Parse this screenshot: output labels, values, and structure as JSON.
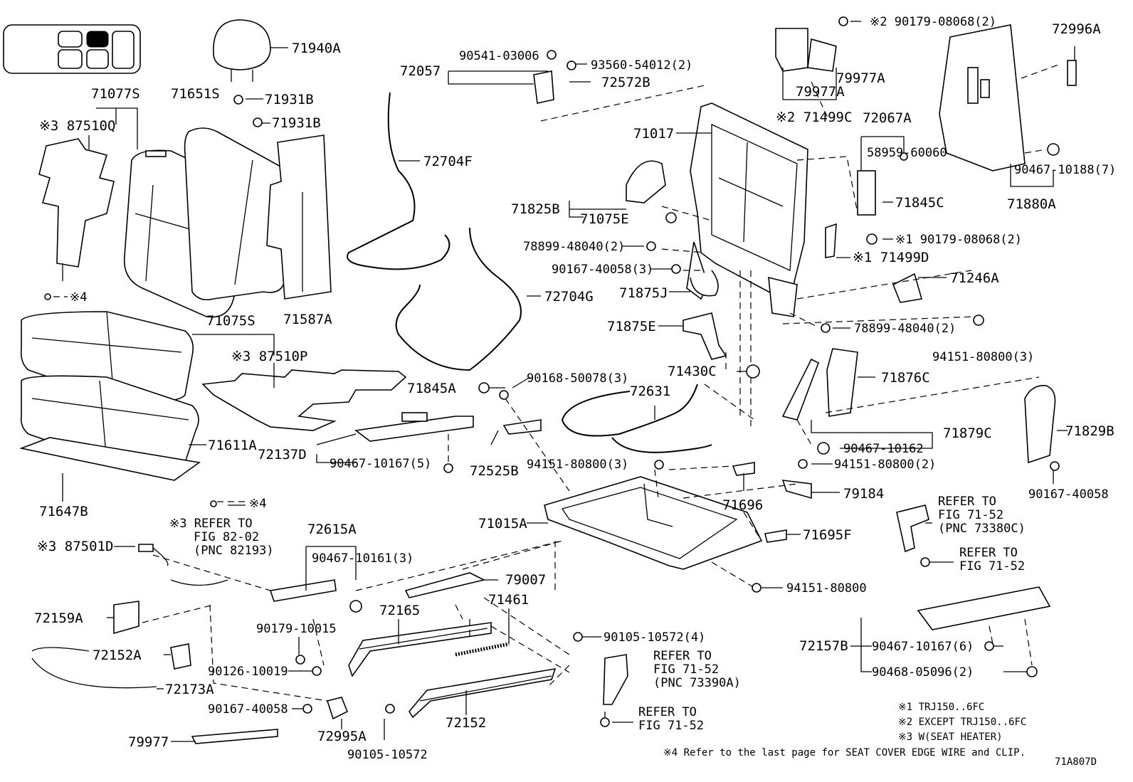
{
  "diagram_id": "71A807D",
  "labels": {
    "l71940A": "71940A",
    "l71077S": "71077S",
    "l71651S": "71651S",
    "l71931B_1": "71931B",
    "l71931B_2": "71931B",
    "l87510Q": "※3 87510Q",
    "l71587A": "71587A",
    "l72057": "72057",
    "l90541": "90541-03006",
    "l93560": "93560-54012(2)",
    "l72572B": "72572B",
    "l72704F": "72704F",
    "l72704G": "72704G",
    "lx4a": "※4",
    "l71075S": "71075S",
    "l87510P": "※3 87510P",
    "l71611A": "71611A",
    "l71647B": "71647B",
    "l71845A": "71845A",
    "l90168": "90168-50078(3)",
    "l72137D": "72137D",
    "l90467_10167_5": "90467-10167(5)",
    "l72525B": "72525B",
    "l72631": "72631",
    "l94151_3a": "94151-80800(3)",
    "l71017": "71017",
    "l71825B": "71825B",
    "l71075E": "71075E",
    "l78899_2a": "78899-48040(2)",
    "l90167_40058_3": "90167-40058(3)",
    "l71875J": "71875J",
    "l71875E": "71875E",
    "l71430C": "71430C",
    "l90179_2a": "※2 90179-08068(2)",
    "l79977A_1": "79977A",
    "l79977A_2": "79977A",
    "l71499C": "※2 71499C",
    "l72067A": "72067A",
    "l58959": "58959-60060",
    "l71845C": "71845C",
    "l90179_1": "※1 90179-08068(2)",
    "l71499D": "※1 71499D",
    "l71246A": "71246A",
    "l78899_2b": "78899-48040(2)",
    "l94151_3b": "94151-80800(3)",
    "l72996A": "72996A",
    "l90467_10188": "90467-10188(7)",
    "l71880A": "71880A",
    "l71876C": "71876C",
    "l71879C": "71879C",
    "l90467_10162": "90467-10162",
    "l71829B": "71829B",
    "l90167_40058_r": "90167-40058",
    "l94151_2": "94151-80800(2)",
    "l79184": "79184",
    "l71696": "71696",
    "l71015A": "71015A",
    "l71695F": "71695F",
    "l94151_r": "94151-80800",
    "lref1a": "REFER TO",
    "lref1b": "FIG 71-52",
    "lref1c": "(PNC 73380C)",
    "lref2a": "REFER TO",
    "lref2b": "FIG 71-52",
    "lx4b": "※4",
    "lref3a": "※3 REFER TO",
    "lref3b": "FIG 82-02",
    "lref3c": "(PNC 82193)",
    "l87501D": "※3 87501D",
    "l72615A": "72615A",
    "l90467_10161": "90467-10161(3)",
    "l79007": "79007",
    "l72159A": "72159A",
    "l72165": "72165",
    "l71461": "71461",
    "l90179_10015": "90179-10015",
    "l90126": "90126-10019",
    "l72152A": "72152A",
    "l72173A": "72173A",
    "l90105_4": "90105-10572(4)",
    "lref4a": "REFER TO",
    "lref4b": "FIG 71-52",
    "lref4c": "(PNC 73390A)",
    "lref5a": "REFER TO",
    "lref5b": "FIG 71-52",
    "l90167_40058_b": "90167-40058",
    "l72995A": "72995A",
    "l72152": "72152",
    "l79977": "79977",
    "l90105": "90105-10572",
    "l72157B": "72157B",
    "l90467_10167_6": "90467-10167(6)",
    "l90468": "90468-05096(2)"
  },
  "notes": {
    "n1": "※1  TRJ150..6FC",
    "n2": "※2  EXCEPT TRJ150..6FC",
    "n3": "※3  W(SEAT  HEATER)",
    "n4": "※4 Refer to the last page for SEAT COVER EDGE WIRE and CLIP."
  },
  "icons": {
    "seat_position": "seat-position-icon"
  }
}
